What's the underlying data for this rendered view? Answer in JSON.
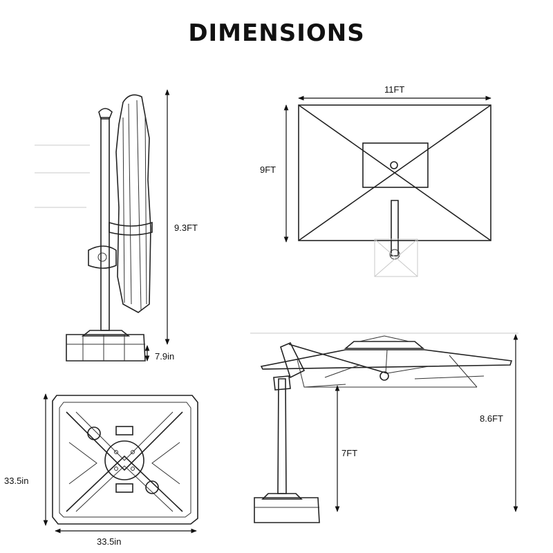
{
  "title": "DIMENSIONS",
  "side_view": {
    "height_label": "9.3FT",
    "base_height_label": "7.9in"
  },
  "top_view": {
    "width_label": "11FT",
    "depth_label": "9FT"
  },
  "base_view": {
    "depth_label": "33.5in",
    "width_label": "33.5in"
  },
  "open_view": {
    "total_height_label": "8.6FT",
    "clearance_label": "7FT"
  }
}
